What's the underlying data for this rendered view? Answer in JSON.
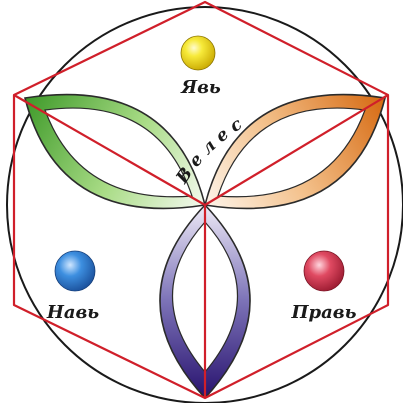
{
  "labels": {
    "top": "Явь",
    "left": "Навь",
    "right": "Правь",
    "arc": "Велес"
  },
  "colors": {
    "circle": "#1a1a1a",
    "hexagon": "#d01f2a",
    "top_ball": "#f4e21a",
    "left_ball": "#2f86d8",
    "right_ball": "#d6384e",
    "left_lobe": "#5aa83a",
    "right_lobe": "#e07a22",
    "bottom_lobe": "#3c2a8a"
  }
}
